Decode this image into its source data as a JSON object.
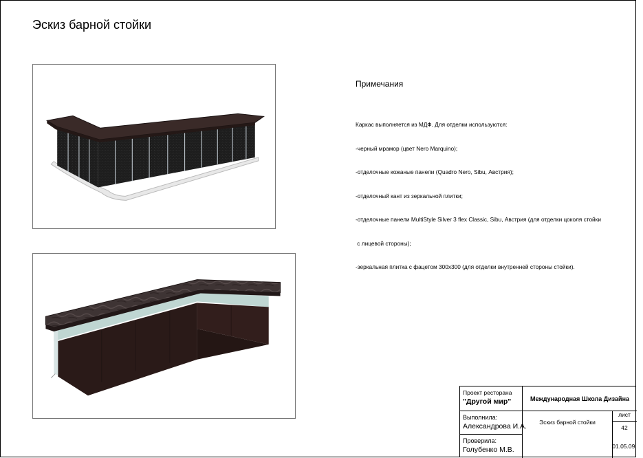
{
  "page": {
    "title": "Эскиз барной стойки"
  },
  "notes": {
    "heading": "Примечания",
    "lines": [
      "Каркас выполняется из МДФ. Для отделки используются:",
      "-черный мрамор (цвет Nero Marquino);",
      "-отделочные кожаные панели (Quadro Nero, Sibu, Австрия);",
      "-отделочный кант из зеркальной плитки;",
      "-отделочные панели MultiStyle Silver 3 flex Classic, Sibu, Австрия (для отделки цоколя стойки",
      " с лицевой стороны);",
      "-зеркальная плитка с фацетом 300х300 (для отделки внутренней стороны стойки)."
    ]
  },
  "stamp": {
    "project_label": "Проект ресторана",
    "project_name": "\"Другой мир\"",
    "school": "Международная Школа Дизайна",
    "performed_label": "Выполнила:",
    "performed_name": "Александрова И.А.",
    "drawing_title": "Эскиз барной стойки",
    "sheet_label": "лист",
    "sheet_number": "42",
    "checked_label": "Проверила:",
    "checked_name": "Голубенко М.В.",
    "date": "01.05.09."
  }
}
